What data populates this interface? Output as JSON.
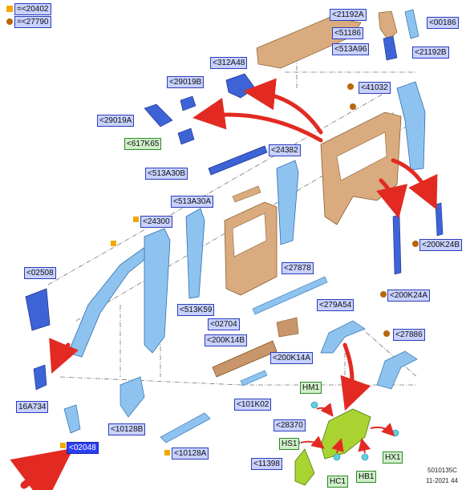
{
  "legend": {
    "square_value": "=<20402",
    "circle_value": "=<27790",
    "square_color": "#f2a900",
    "circle_color": "#b8660c"
  },
  "labels": {
    "l_21192A": "<21192A",
    "l_00186": "<00186",
    "l_51186": "<51186",
    "l_513A96": "<513A96",
    "l_21192B": "<21192B",
    "l_312A48": "<312A48",
    "l_41032": "<41032",
    "l_29019B": "<29019B",
    "l_29019A": "<29019A",
    "l_617K65": "<617K65",
    "l_24382": "<24382",
    "l_513A30B": "<513A30B",
    "l_513A30A": "<513A30A",
    "l_24300": "<24300",
    "l_200K24B": "<200K24B",
    "l_02508": "<02508",
    "l_27878": "<27878",
    "l_513K59": "<513K59",
    "l_200K24A": "<200K24A",
    "l_02704": "<02704",
    "l_279A54": "<279A54",
    "l_200K14B": "<200K14B",
    "l_27886": "<27886",
    "l_200K14A": "<200K14A",
    "l_16A734": "16A734",
    "l_101K02": "<101K02",
    "l_HM1": "HM1",
    "l_10128B": "<10128B",
    "l_28370": "<28370",
    "l_02048": "<02048",
    "l_HS1": "HS1",
    "l_HX1": "HX1",
    "l_10128A": "<10128A",
    "l_11398": "<11398",
    "l_HC1": "HC1",
    "l_HB1": "HB1"
  },
  "footer": {
    "code1": "5010135C",
    "code2": "11-2021 44"
  },
  "colors": {
    "label_fill": "#c9d2ff",
    "label_border": "#2c3dbb",
    "selected_label": "#2b3ef0",
    "part_blue": "#3d63d6",
    "part_light_blue": "#8fc3ef",
    "part_tan": "#d9ab7e",
    "part_green": "#a8d331",
    "arrow_red": "#e22a22"
  }
}
